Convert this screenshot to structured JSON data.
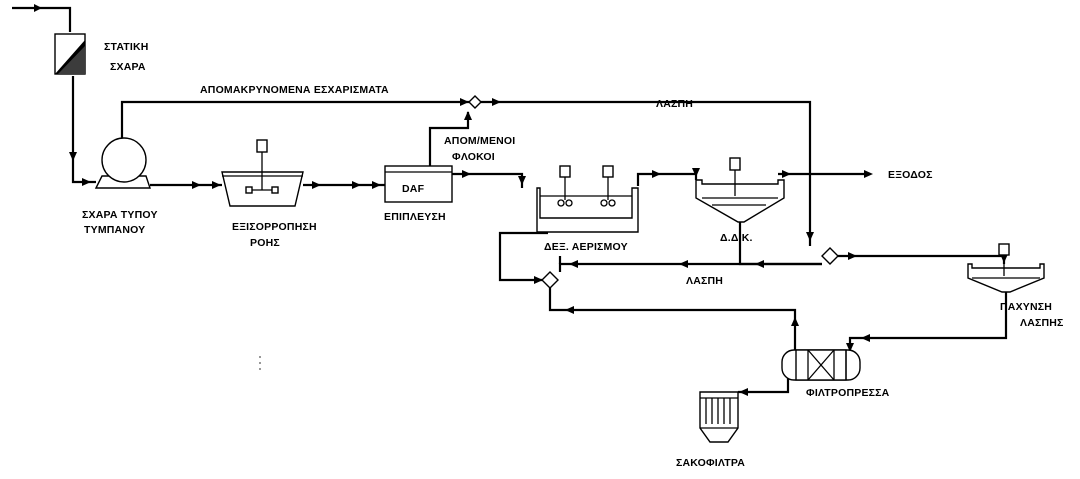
{
  "colors": {
    "line": "#000000",
    "background": "#ffffff"
  },
  "labels": {
    "static_screen_1": "ΣΤΑΤΙΚΗ",
    "static_screen_2": "ΣΧΑΡΑ",
    "removed_screenings": "ΑΠΟΜΑΚΡΥΝΟΜΕΝΑ ΕΣΧΑΡΙΣΜΑΤΑ",
    "sludge_top": "ΛΑΣΠΗ",
    "separated_flocs_1": "ΑΠΟΜ/ΜΕΝΟΙ",
    "separated_flocs_2": "ΦΛΟΚΟΙ",
    "drum_screen_1": "ΣΧΑΡΑ ΤΥΠΟΥ",
    "drum_screen_2": "ΤΥΜΠΑΝΟΥ",
    "equalization_1": "ΕΞΙΣΟΡΡΟΠΗΣΗ",
    "equalization_2": "ΡΟΗΣ",
    "daf": "DAF",
    "flotation": "ΕΠΙΠΛΕΥΣΗ",
    "aeration_tank": "ΔΕΞ. ΑΕΡΙΣΜΟΥ",
    "secondary_settling": "Δ.Δ.Κ.",
    "exit": "ΕΞΟΔΟΣ",
    "sludge_middle": "ΛΑΣΠΗ",
    "thickening_1": "ΠΑΧΥΝΣΗ",
    "thickening_2": "ΛΑΣΠΗΣ",
    "filter_press": "ΦΙΛΤΡΟΠΡΕΣΣΑ",
    "bag_filters": "ΣΑΚΟΦΙΛΤΡΑ"
  }
}
